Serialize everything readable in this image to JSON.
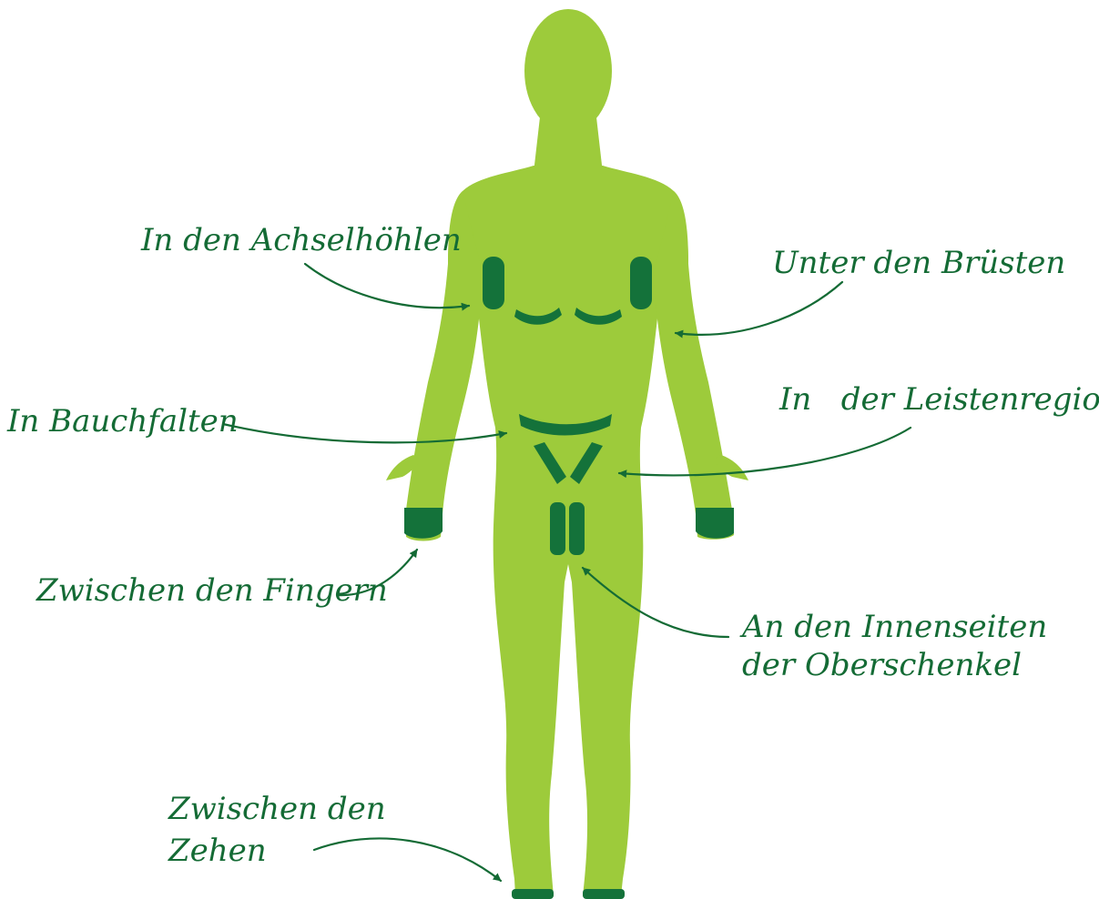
{
  "colors": {
    "background": "#ffffff",
    "body": "#9dcb3b",
    "highlight": "#14723a",
    "text": "#146b35"
  },
  "labels": {
    "armpits": "In den Achselhöhlen",
    "breasts": "Unter den Brüsten",
    "belly_folds": "In Bauchfalten",
    "groin": "In   der Leistenregion",
    "fingers": "Zwischen den Fingern",
    "thighs_line1": "An den Innenseiten",
    "thighs_line2": "der Oberschenkel",
    "toes_line1": "Zwischen den",
    "toes_line2": "Zehen"
  }
}
